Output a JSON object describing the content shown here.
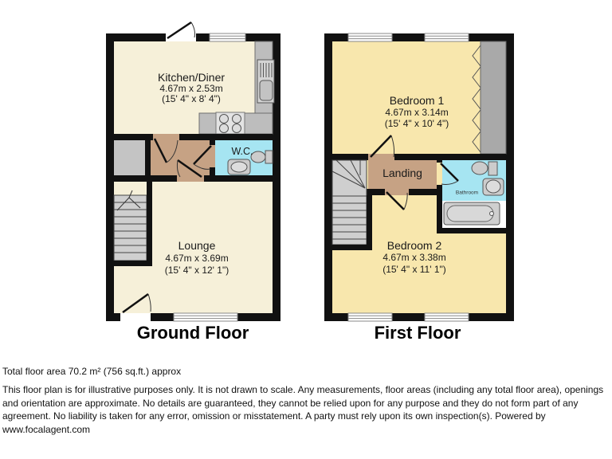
{
  "palette": {
    "room_cream": "#F6F0D9",
    "room_yellow": "#F8E7AD",
    "hall_tan": "#C6A284",
    "wet_cyan": "#A6E5F2",
    "wall": "#111111",
    "counter_gray": "#BDBDBD",
    "stair_gray": "#CFCFCF",
    "wardrobe_gray": "#A9A9A9",
    "fixture_gray": "#CCCCCC"
  },
  "ground_floor": {
    "title": "Ground Floor",
    "kitchen": {
      "name": "Kitchen/Diner",
      "metric": "4.67m x 2.53m",
      "imperial": "(15' 4\" x 8' 4\")"
    },
    "lounge": {
      "name": "Lounge",
      "metric": "4.67m x 3.69m",
      "imperial": "(15' 4\" x 12' 1\")"
    },
    "wc": {
      "name": "W.C."
    }
  },
  "first_floor": {
    "title": "First Floor",
    "bedroom1": {
      "name": "Bedroom 1",
      "metric": "4.67m x 3.14m",
      "imperial": "(15' 4\" x 10' 4\")"
    },
    "bedroom2": {
      "name": "Bedroom 2",
      "metric": "4.67m x 3.38m",
      "imperial": "(15' 4\" x 11' 1\")"
    },
    "landing": {
      "name": "Landing"
    },
    "bathroom": {
      "name": "Bathroom"
    }
  },
  "footer": {
    "area_line": "Total floor area 70.2 m² (756 sq.ft.) approx",
    "disclaimer": "This floor plan is for illustrative purposes only. It is not drawn to scale. Any measurements, floor areas (including any total floor area), openings and orientation are approximate. No details are guaranteed, they cannot be relied upon for any purpose and they do not form part of any agreement. No liability is taken for any error, omission or misstatement. A party must rely upon its own inspection(s). Powered by www.focalagent.com"
  }
}
